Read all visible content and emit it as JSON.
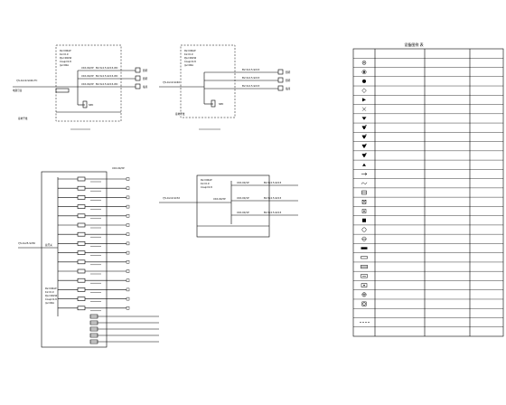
{
  "legend": {
    "title": "设备图例 表",
    "rows": 31,
    "symbols": [
      "blank",
      "circle-dot",
      "hex-dot",
      "circle-filled",
      "diamond",
      "triangle",
      "cross-x",
      "bell",
      "lamp-v",
      "lamp-v2",
      "lamp-v3",
      "lamp-v4",
      "tri-label",
      "arrow",
      "wave",
      "kwh",
      "sq-cross",
      "sq-dot",
      "sq-x",
      "circle-ring",
      "circle-half",
      "bar-filled",
      "bar-outline",
      "dbl-bar",
      "rect-line",
      "rect-dot",
      "circle-cross",
      "circle-square",
      "blank",
      "bar-dash",
      "blank"
    ]
  }
}
